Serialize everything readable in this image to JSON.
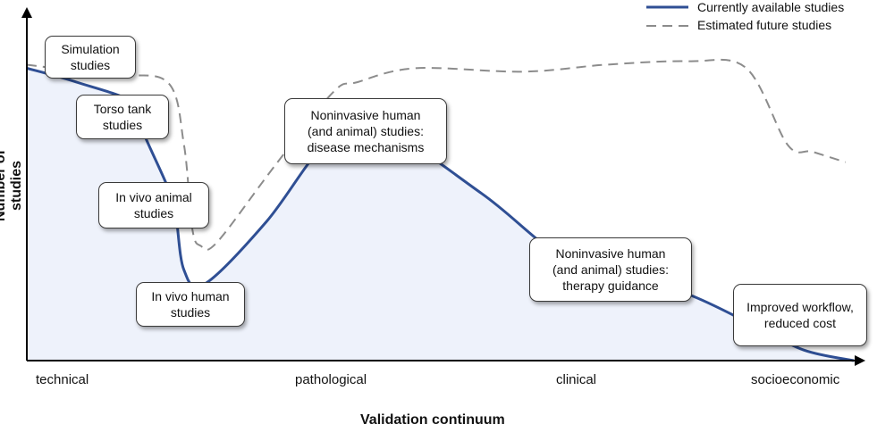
{
  "chart_data": {
    "type": "area",
    "title": "",
    "xlabel": "Validation continuum",
    "ylabel": "Number of studies",
    "x_ticks": [
      "technical",
      "pathological",
      "clinical",
      "socioeconomic"
    ],
    "xlim": [
      0,
      1
    ],
    "ylim": [
      0,
      1
    ],
    "grid": false,
    "legend": {
      "placement": "top-right",
      "entries": [
        {
          "name": "Currently available studies",
          "style": "solid",
          "color": "#2f4f94"
        },
        {
          "name": "Estimated future studies",
          "style": "dashed",
          "color": "#8c8c8c"
        }
      ]
    },
    "series": [
      {
        "name": "Currently available studies",
        "x": [
          0.0,
          0.06,
          0.13,
          0.14,
          0.17,
          0.18,
          0.19,
          0.215,
          0.29,
          0.36,
          0.42,
          0.55,
          0.64,
          0.72,
          0.8,
          0.88,
          0.94,
          1.0
        ],
        "y": [
          0.84,
          0.8,
          0.74,
          0.66,
          0.5,
          0.42,
          0.26,
          0.22,
          0.4,
          0.62,
          0.68,
          0.48,
          0.31,
          0.24,
          0.19,
          0.1,
          0.03,
          0.0
        ]
      },
      {
        "name": "Estimated future studies",
        "x": [
          0.0,
          0.1,
          0.17,
          0.19,
          0.2,
          0.21,
          0.23,
          0.3,
          0.37,
          0.4,
          0.47,
          0.6,
          0.7,
          0.8,
          0.87,
          0.92,
          0.95,
          0.99
        ],
        "y": [
          0.85,
          0.82,
          0.8,
          0.62,
          0.38,
          0.33,
          0.34,
          0.56,
          0.77,
          0.8,
          0.84,
          0.83,
          0.85,
          0.86,
          0.84,
          0.62,
          0.6,
          0.57
        ]
      }
    ],
    "annotations": [
      "Simulation\nstudies",
      "Torso tank\nstudies",
      "In vivo animal\nstudies",
      "In vivo human\nstudies",
      "Noninvasive human\n(and animal) studies:\ndisease mechanisms",
      "Noninvasive human\n(and animal) studies:\ntherapy guidance",
      "Improved workflow,\nreduced cost"
    ],
    "colors": {
      "current": "#2f4f94",
      "future": "#8c8c8c",
      "area_fill": "#eef2fb",
      "axis": "#000000"
    }
  }
}
